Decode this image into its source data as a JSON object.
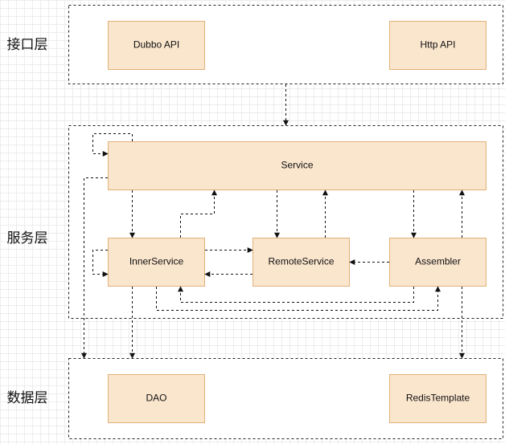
{
  "colors": {
    "node_fill": "#fae5cd",
    "node_stroke": "#e1b278",
    "frame_stroke": "#222222",
    "edge_stroke": "#111111"
  },
  "layers": {
    "interface": "接口层",
    "service": "服务层",
    "data": "数据层"
  },
  "nodes": {
    "dubbo_api": "Dubbo API",
    "http_api": "Http API",
    "service": "Service",
    "inner_service": "InnerService",
    "remote_service": "RemoteService",
    "assembler": "Assembler",
    "dao": "DAO",
    "redis_template": "RedisTemplate"
  }
}
